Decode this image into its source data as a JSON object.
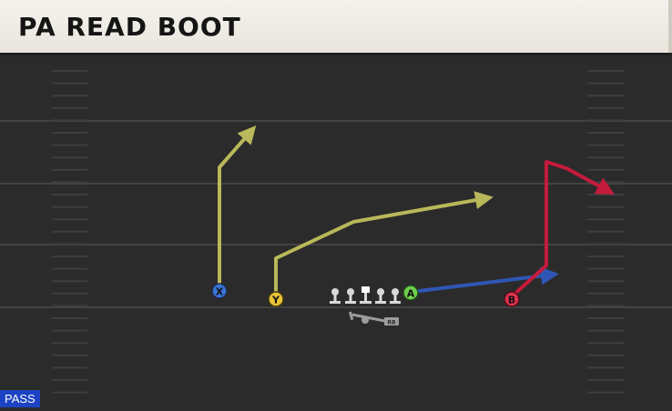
{
  "play": {
    "title": "PA READ BOOT",
    "type_badge": "PASS"
  },
  "players": {
    "X": "X",
    "Y": "Y",
    "A": "A",
    "B": "B",
    "RB": "RB"
  },
  "colors": {
    "field": "#2b2b2b",
    "yard_line": "#3f3f3f",
    "x_route": "#b9b85a",
    "y_route": "#b9b85a",
    "a_route": "#2f56b5",
    "b_route": "#c51b3c",
    "x_marker": "#3a73d6",
    "y_marker": "#e8c437",
    "a_marker": "#6fcf4f",
    "b_marker": "#e0304d",
    "line": "#d8d8d8",
    "badge": "#1d43c4"
  }
}
